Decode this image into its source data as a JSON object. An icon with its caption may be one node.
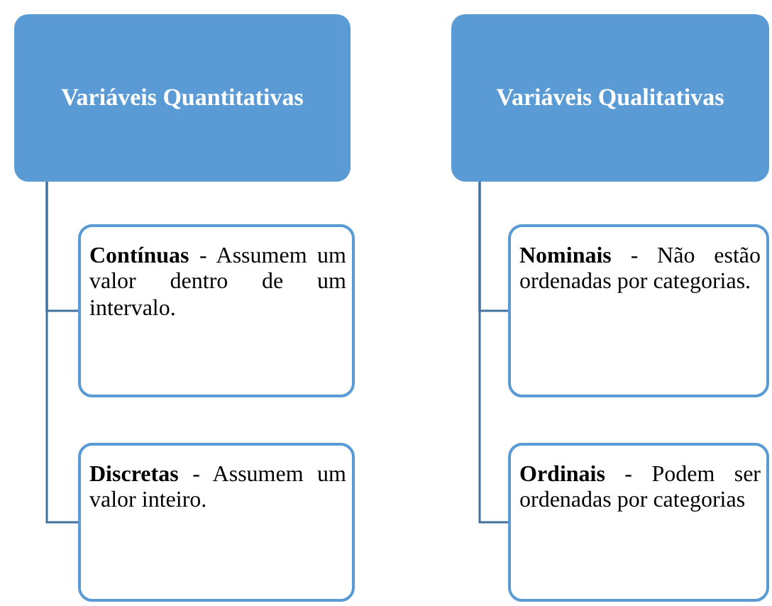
{
  "diagram": {
    "nodes": [
      {
        "text": [
          "Variáveis Quantitativas"
        ]
      },
      {
        "text": [
          "**Contínuas** - Assumem um valor dentro de um intervalo."
        ]
      },
      {
        "text": [
          "**Discretas** - Assumem um valor inteiro."
        ]
      },
      {
        "text": [
          "Variáveis Qualitativas"
        ]
      },
      {
        "text": [
          "**Nominais** - Não estão ordenadas por categorias."
        ]
      },
      {
        "text": [
          "**Ordinais** - Podem ser ordenadas por categorias"
        ]
      }
    ],
    "edges": [
      {
        "from": 0,
        "to": 1,
        "arrow": "none"
      },
      {
        "from": 0,
        "to": 2,
        "arrow": "none"
      },
      {
        "from": 3,
        "to": 4,
        "arrow": "none"
      },
      {
        "from": 3,
        "to": 5,
        "arrow": "none"
      }
    ]
  }
}
